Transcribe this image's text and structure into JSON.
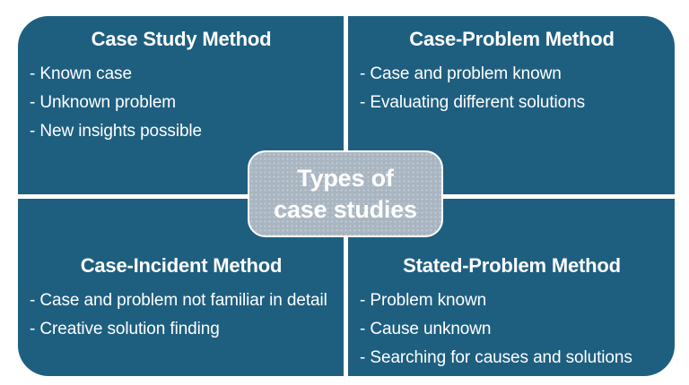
{
  "colors": {
    "background": "#ffffff",
    "panel": "#1e5f80",
    "divider": "#ffffff",
    "center-fill": "#a9b6c1",
    "center-border": "#ffffff",
    "text": "#ffffff"
  },
  "center": {
    "lines": [
      "Types of",
      "case studies"
    ]
  },
  "quadrants": [
    {
      "id": "case-study-method",
      "title": "Case Study Method",
      "items": [
        "- Known case",
        "- Unknown problem",
        "- New insights possible"
      ]
    },
    {
      "id": "case-problem-method",
      "title": "Case-Problem Method",
      "items": [
        "- Case and problem known",
        "- Evaluating different solutions"
      ]
    },
    {
      "id": "case-incident-method",
      "title": "Case-Incident Method",
      "items": [
        "- Case and problem not familiar in detail",
        "- Creative solution finding"
      ]
    },
    {
      "id": "stated-problem-method",
      "title": "Stated-Problem Method",
      "items": [
        "- Problem known",
        "- Cause unknown",
        "- Searching for causes and solutions"
      ]
    }
  ]
}
